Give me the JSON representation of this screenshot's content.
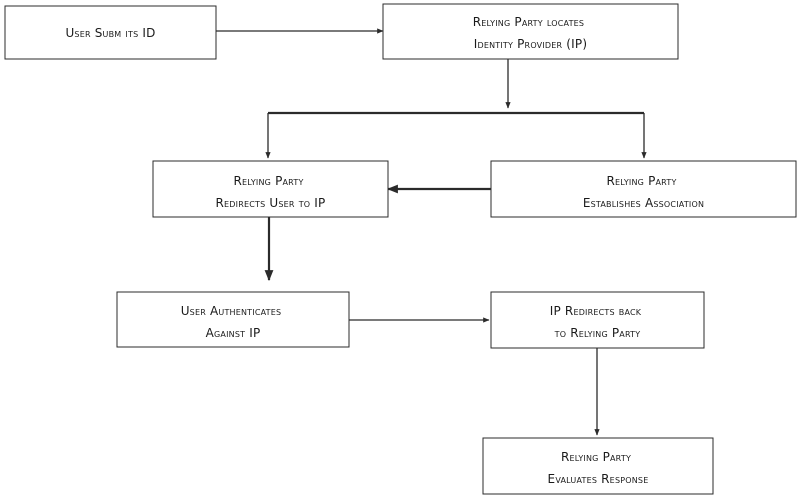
{
  "nodes": {
    "user_submits": {
      "lines": [
        "User Subm its ID"
      ]
    },
    "rp_locates": {
      "lines": [
        "Relying Party locates",
        "Identity Provider (IP)"
      ]
    },
    "rp_redirects": {
      "lines": [
        "Relying Party",
        "Redirects User to IP"
      ]
    },
    "rp_association": {
      "lines": [
        "Relying Party",
        "Establishes Association"
      ]
    },
    "user_authenticates": {
      "lines": [
        "User Authenticates",
        "Against IP"
      ]
    },
    "ip_redirects": {
      "lines": [
        "IP Redirects back",
        "to Relying Party"
      ]
    },
    "rp_evaluates": {
      "lines": [
        "Relying Party",
        "Evaluates Response"
      ]
    }
  }
}
